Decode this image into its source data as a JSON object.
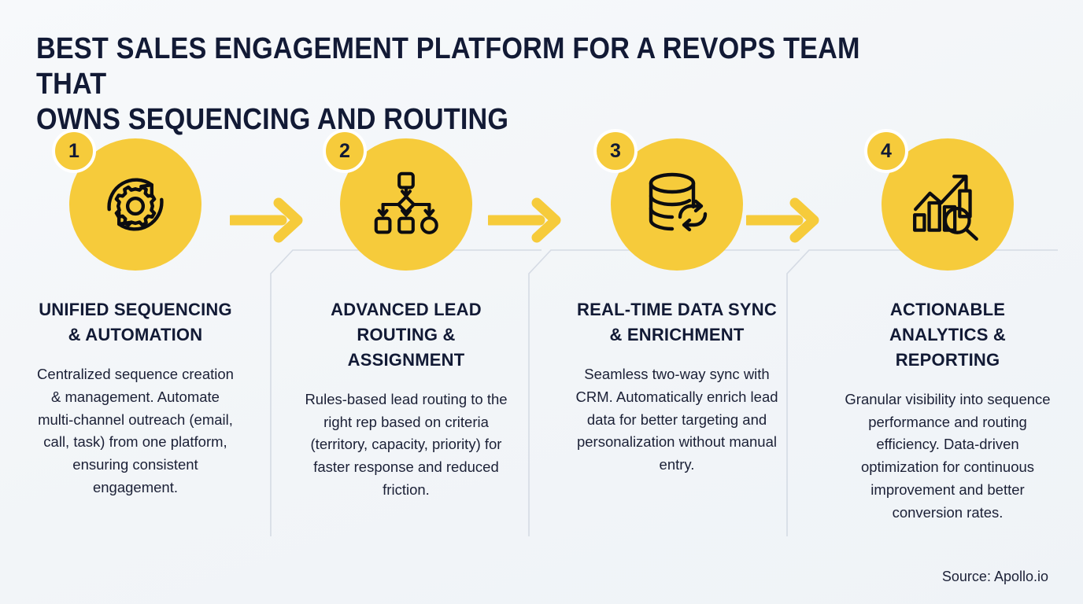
{
  "theme": {
    "background": "#F4F6F9",
    "accent_yellow": "#F6CB3B",
    "text_dark": "#121A35",
    "divider": "#D8DEE6",
    "badge_ring": "#FFFFFF"
  },
  "title": "BEST SALES ENGAGEMENT PLATFORM FOR A REVOPS TEAM THAT\nOWNS SEQUENCING AND ROUTING",
  "steps": [
    {
      "number": "1",
      "icon": "gear-refresh-icon",
      "heading": "UNIFIED SEQUENCING & AUTOMATION",
      "body": "Centralized sequence creation & management. Automate multi-channel outreach (email, call, task) from one platform, ensuring consistent engagement."
    },
    {
      "number": "2",
      "icon": "flowchart-routing-icon",
      "heading": "ADVANCED LEAD ROUTING & ASSIGNMENT",
      "body": "Rules-based lead routing to the right rep based on criteria (territory, capacity, priority) for faster response and reduced friction."
    },
    {
      "number": "3",
      "icon": "database-sync-icon",
      "heading": "REAL-TIME DATA SYNC & ENRICHMENT",
      "body": "Seamless two-way sync with CRM. Automatically enrich lead data for better targeting and personalization without manual entry."
    },
    {
      "number": "4",
      "icon": "bar-chart-magnifier-icon",
      "heading": "ACTIONABLE ANALYTICS & REPORTING",
      "body": "Granular visibility into sequence performance and routing efficiency. Data-driven optimization for continuous improvement and better conversion rates."
    }
  ],
  "arrows": [
    {
      "name": "arrow-step-1-to-2"
    },
    {
      "name": "arrow-step-2-to-3"
    },
    {
      "name": "arrow-step-3-to-4"
    }
  ],
  "source": "Source: Apollo.io"
}
